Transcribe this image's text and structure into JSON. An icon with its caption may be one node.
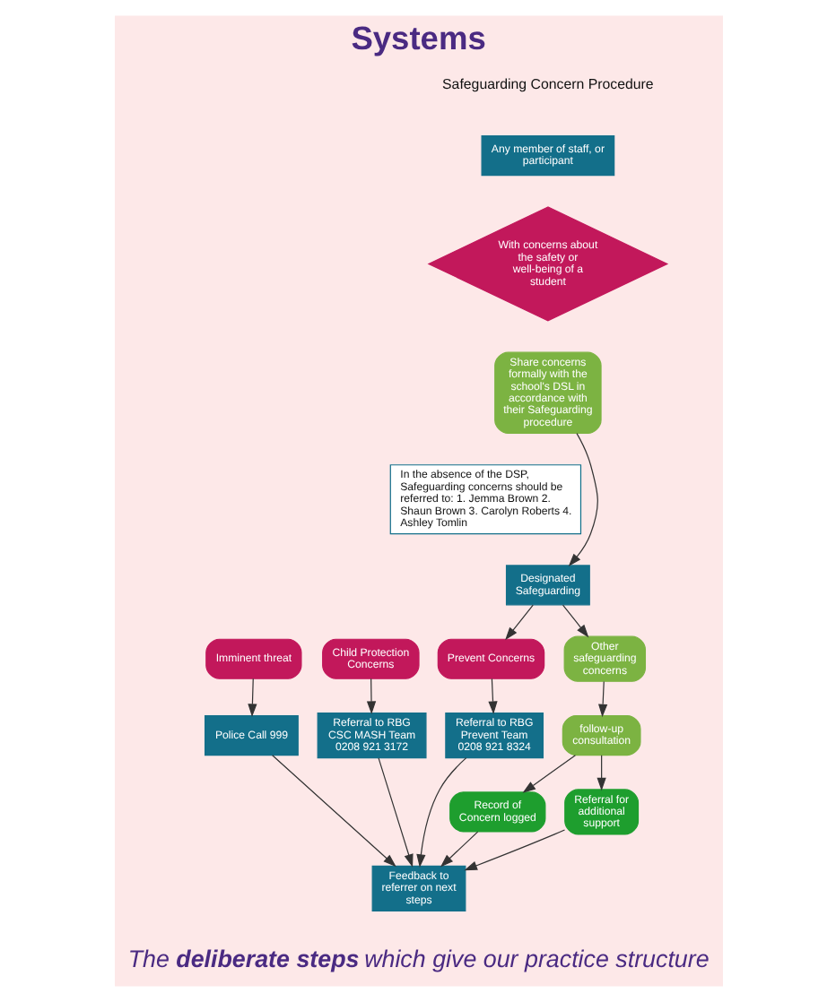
{
  "diagram": {
    "title": "Systems",
    "caption": "The **deliberate steps** which give our practice structure",
    "nodes": [
      {
        "text": [
          "Any member of staff, or participant"
        ]
      },
      {
        "text": [
          "With concerns about the safety or well-being of a student"
        ]
      },
      {
        "text": [
          "Share concerns formally with the school's DSL in accordance with their Safeguarding procedure"
        ]
      },
      {
        "text": [
          "In the absence of the DSP, Safeguarding concerns should be referred to: 1. Jemma Brown 2. Shaun Brown 3. Carolyn Roberts 4. Ashley Tomlin"
        ]
      },
      {
        "text": [
          "Designated Safeguarding"
        ]
      },
      {
        "text": [
          "Imminent threat"
        ]
      },
      {
        "text": [
          "Child Protection Concerns"
        ]
      },
      {
        "text": [
          "Prevent Concerns"
        ]
      },
      {
        "text": [
          "Other safeguarding concerns"
        ]
      },
      {
        "text": [
          "follow-up consultation"
        ]
      },
      {
        "text": [
          "Police Call 999"
        ]
      },
      {
        "text": [
          "Referral to RBG CSC MASH Team 0208 921 3172"
        ]
      },
      {
        "text": [
          "Referral to RBG Prevent Team 0208 921 8324"
        ]
      },
      {
        "text": [
          "Referral for additional support"
        ]
      },
      {
        "text": [
          "Record of Concern logged"
        ]
      },
      {
        "text": [
          "Feedback to referrer on next steps"
        ]
      }
    ],
    "edges": [
      {
        "from": 2,
        "to": 4,
        "arrow": "to"
      },
      {
        "from": 4,
        "to": 7,
        "arrow": "to"
      },
      {
        "from": 4,
        "to": 8,
        "arrow": "to"
      },
      {
        "from": 5,
        "to": 10,
        "arrow": "to"
      },
      {
        "from": 6,
        "to": 11,
        "arrow": "to"
      },
      {
        "from": 7,
        "to": 12,
        "arrow": "to"
      },
      {
        "from": 8,
        "to": 9,
        "arrow": "to"
      },
      {
        "from": 9,
        "to": 13,
        "arrow": "to"
      },
      {
        "from": 9,
        "to": 14,
        "arrow": "to"
      },
      {
        "from": 10,
        "to": 15,
        "arrow": "to"
      },
      {
        "from": 11,
        "to": 15,
        "arrow": "to"
      },
      {
        "from": 12,
        "to": 15,
        "arrow": "to"
      },
      {
        "from": 13,
        "to": 15,
        "arrow": "to"
      },
      {
        "from": 14,
        "to": 15,
        "arrow": "to"
      }
    ],
    "labels": [
      "Safeguarding Concern Procedure"
    ]
  }
}
